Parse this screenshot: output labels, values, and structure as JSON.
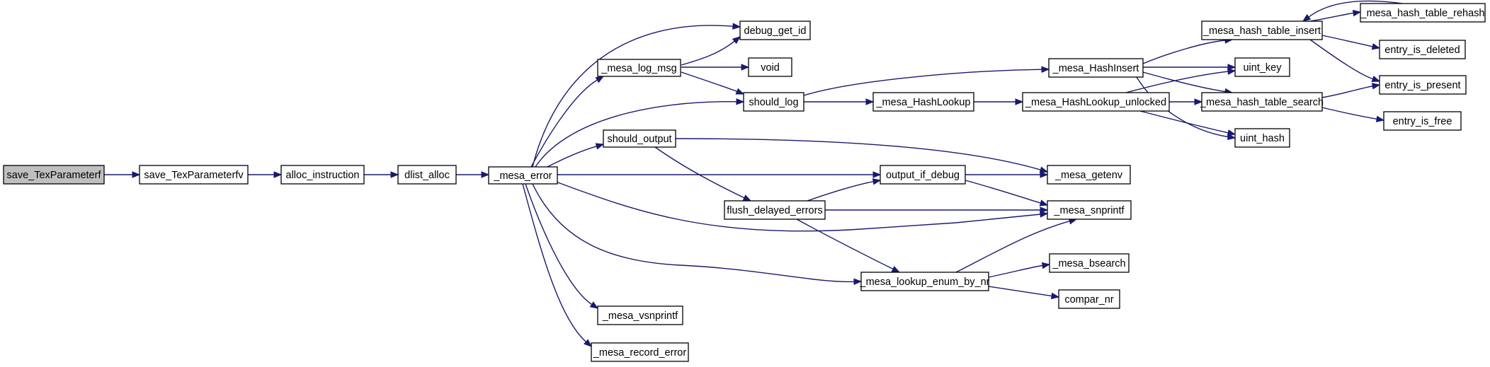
{
  "graph": {
    "colors": {
      "edge": "#191970",
      "node_border": "#000000",
      "root_fill": "#bfbfbf",
      "node_fill": "#ffffff"
    },
    "nodes": [
      {
        "id": "save_TexParameterf",
        "label": "save_TexParameterf",
        "root": true
      },
      {
        "id": "save_TexParameterfv",
        "label": "save_TexParameterfv"
      },
      {
        "id": "alloc_instruction",
        "label": "alloc_instruction"
      },
      {
        "id": "dlist_alloc",
        "label": "dlist_alloc"
      },
      {
        "id": "_mesa_error",
        "label": "_mesa_error"
      },
      {
        "id": "debug_get_id",
        "label": "debug_get_id"
      },
      {
        "id": "_mesa_log_msg",
        "label": "_mesa_log_msg"
      },
      {
        "id": "void",
        "label": "void"
      },
      {
        "id": "should_log",
        "label": "should_log"
      },
      {
        "id": "should_output",
        "label": "should_output"
      },
      {
        "id": "flush_delayed_errors",
        "label": "flush_delayed_errors"
      },
      {
        "id": "_mesa_vsnprintf",
        "label": "_mesa_vsnprintf"
      },
      {
        "id": "_mesa_record_error",
        "label": "_mesa_record_error"
      },
      {
        "id": "_mesa_HashLookup",
        "label": "_mesa_HashLookup"
      },
      {
        "id": "output_if_debug",
        "label": "output_if_debug"
      },
      {
        "id": "_mesa_lookup_enum_by_nr",
        "label": "_mesa_lookup_enum_by_nr"
      },
      {
        "id": "_mesa_HashInsert",
        "label": "_mesa_HashInsert"
      },
      {
        "id": "_mesa_HashLookup_unlocked",
        "label": "_mesa_HashLookup_unlocked"
      },
      {
        "id": "_mesa_getenv",
        "label": "_mesa_getenv"
      },
      {
        "id": "_mesa_snprintf",
        "label": "_mesa_snprintf"
      },
      {
        "id": "_mesa_bsearch",
        "label": "_mesa_bsearch"
      },
      {
        "id": "compar_nr",
        "label": "compar_nr"
      },
      {
        "id": "_mesa_hash_table_insert",
        "label": "_mesa_hash_table_insert"
      },
      {
        "id": "uint_key",
        "label": "uint_key"
      },
      {
        "id": "_mesa_hash_table_search",
        "label": "_mesa_hash_table_search"
      },
      {
        "id": "uint_hash",
        "label": "uint_hash"
      },
      {
        "id": "_mesa_hash_table_rehash",
        "label": "_mesa_hash_table_rehash"
      },
      {
        "id": "entry_is_deleted",
        "label": "entry_is_deleted"
      },
      {
        "id": "entry_is_present",
        "label": "entry_is_present"
      },
      {
        "id": "entry_is_free",
        "label": "entry_is_free"
      }
    ],
    "edges": [
      {
        "from": "save_TexParameterf",
        "to": "save_TexParameterfv"
      },
      {
        "from": "save_TexParameterfv",
        "to": "alloc_instruction"
      },
      {
        "from": "alloc_instruction",
        "to": "dlist_alloc"
      },
      {
        "from": "dlist_alloc",
        "to": "_mesa_error"
      },
      {
        "from": "_mesa_error",
        "to": "debug_get_id"
      },
      {
        "from": "_mesa_error",
        "to": "_mesa_log_msg"
      },
      {
        "from": "_mesa_error",
        "to": "should_log"
      },
      {
        "from": "_mesa_error",
        "to": "should_output"
      },
      {
        "from": "_mesa_error",
        "to": "output_if_debug"
      },
      {
        "from": "_mesa_error",
        "to": "_mesa_snprintf"
      },
      {
        "from": "_mesa_error",
        "to": "_mesa_lookup_enum_by_nr"
      },
      {
        "from": "_mesa_error",
        "to": "_mesa_vsnprintf"
      },
      {
        "from": "_mesa_error",
        "to": "_mesa_record_error"
      },
      {
        "from": "_mesa_log_msg",
        "to": "debug_get_id"
      },
      {
        "from": "_mesa_log_msg",
        "to": "void"
      },
      {
        "from": "_mesa_log_msg",
        "to": "should_log"
      },
      {
        "from": "should_log",
        "to": "_mesa_HashInsert"
      },
      {
        "from": "should_log",
        "to": "_mesa_HashLookup"
      },
      {
        "from": "_mesa_HashLookup",
        "to": "_mesa_HashLookup_unlocked"
      },
      {
        "from": "_mesa_HashLookup_unlocked",
        "to": "uint_key"
      },
      {
        "from": "_mesa_HashLookup_unlocked",
        "to": "_mesa_hash_table_search"
      },
      {
        "from": "_mesa_HashLookup_unlocked",
        "to": "uint_hash"
      },
      {
        "from": "_mesa_HashInsert",
        "to": "_mesa_hash_table_insert"
      },
      {
        "from": "_mesa_HashInsert",
        "to": "uint_key"
      },
      {
        "from": "_mesa_HashInsert",
        "to": "_mesa_hash_table_search"
      },
      {
        "from": "_mesa_HashInsert",
        "to": "uint_hash"
      },
      {
        "from": "_mesa_hash_table_insert",
        "to": "_mesa_hash_table_rehash"
      },
      {
        "from": "_mesa_hash_table_rehash",
        "to": "_mesa_hash_table_insert"
      },
      {
        "from": "_mesa_hash_table_insert",
        "to": "entry_is_deleted"
      },
      {
        "from": "_mesa_hash_table_insert",
        "to": "entry_is_present"
      },
      {
        "from": "_mesa_hash_table_search",
        "to": "entry_is_present"
      },
      {
        "from": "_mesa_hash_table_search",
        "to": "entry_is_free"
      },
      {
        "from": "should_output",
        "to": "_mesa_getenv"
      },
      {
        "from": "should_output",
        "to": "flush_delayed_errors"
      },
      {
        "from": "flush_delayed_errors",
        "to": "output_if_debug"
      },
      {
        "from": "flush_delayed_errors",
        "to": "_mesa_snprintf"
      },
      {
        "from": "flush_delayed_errors",
        "to": "_mesa_lookup_enum_by_nr"
      },
      {
        "from": "output_if_debug",
        "to": "_mesa_getenv"
      },
      {
        "from": "output_if_debug",
        "to": "_mesa_snprintf"
      },
      {
        "from": "_mesa_lookup_enum_by_nr",
        "to": "_mesa_snprintf"
      },
      {
        "from": "_mesa_lookup_enum_by_nr",
        "to": "_mesa_bsearch"
      },
      {
        "from": "_mesa_lookup_enum_by_nr",
        "to": "compar_nr"
      }
    ]
  }
}
